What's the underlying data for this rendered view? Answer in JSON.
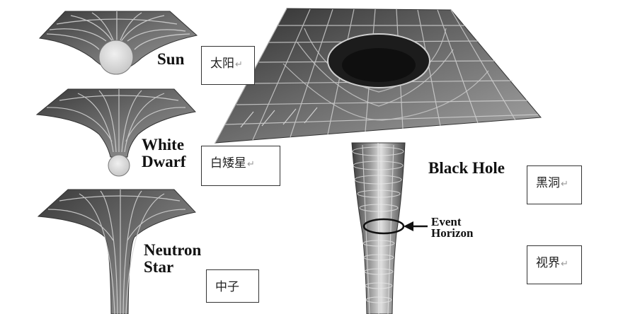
{
  "labels": {
    "sun": "Sun",
    "white_dwarf": [
      "White",
      "Dwarf"
    ],
    "neutron_star": [
      "Neutron",
      "Star"
    ],
    "black_hole": "Black Hole",
    "event_horizon": [
      "Event",
      "Horizon"
    ]
  },
  "chinese_boxes": {
    "sun": "太阳",
    "white_dwarf": "白矮星",
    "neutron_star": "中子",
    "black_hole": "黑洞",
    "horizon": "视界"
  },
  "return_mark": "↵"
}
